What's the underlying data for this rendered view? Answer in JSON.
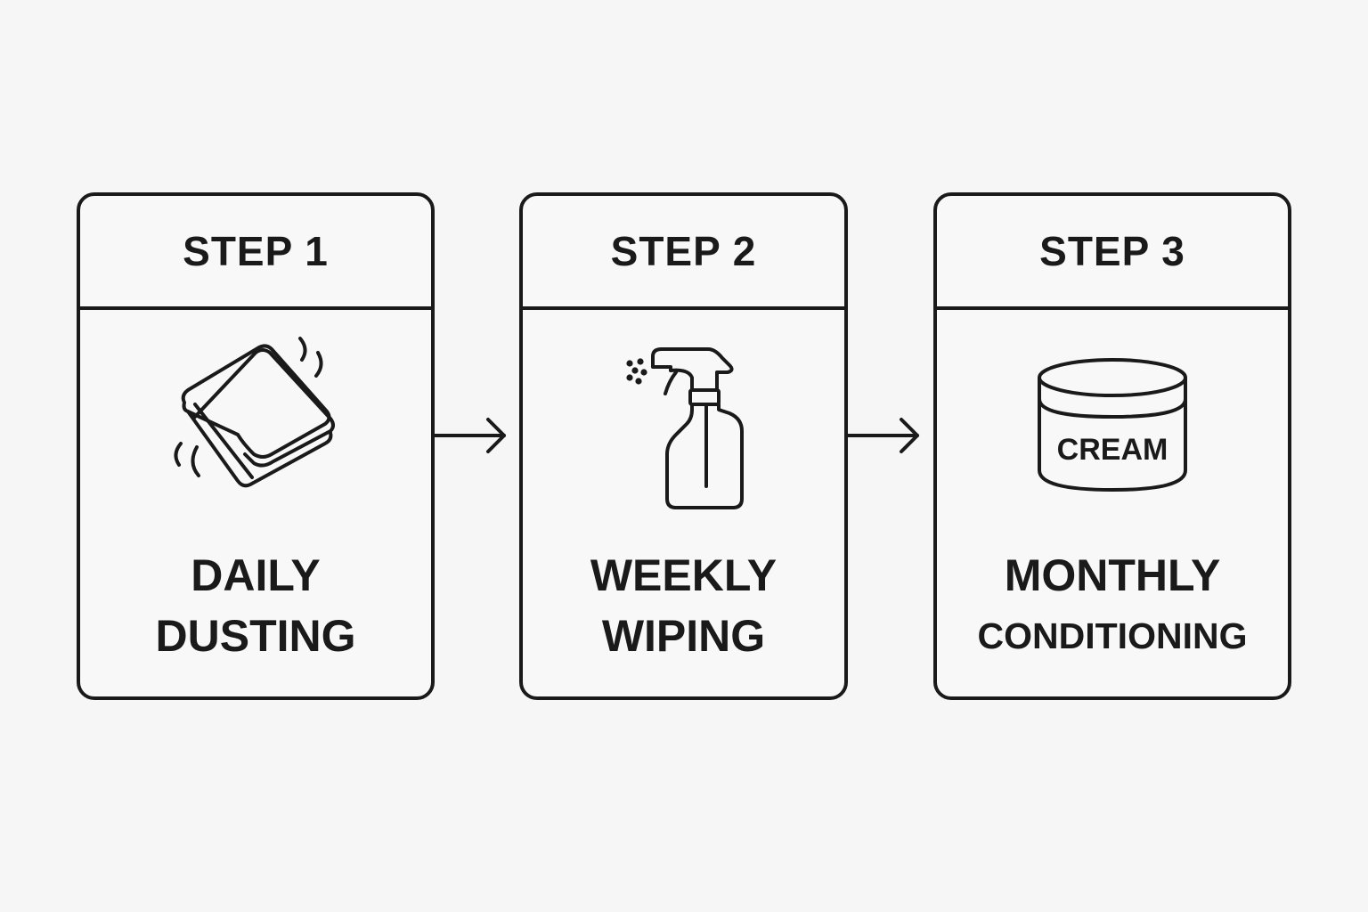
{
  "steps": [
    {
      "label": "STEP 1",
      "icon": "cloth-icon",
      "title_lines": [
        "DAILY",
        "DUSTING"
      ]
    },
    {
      "label": "STEP 2",
      "icon": "spray-bottle-icon",
      "title_lines": [
        "WEEKLY",
        "WIPING"
      ]
    },
    {
      "label": "STEP 3",
      "icon": "cream-jar-icon",
      "jar_label": "CREAM",
      "title_lines": [
        "MONTHLY",
        "CONDITIONING"
      ]
    }
  ],
  "colors": {
    "background": "#f6f6f6",
    "stroke": "#1a1a1a"
  }
}
